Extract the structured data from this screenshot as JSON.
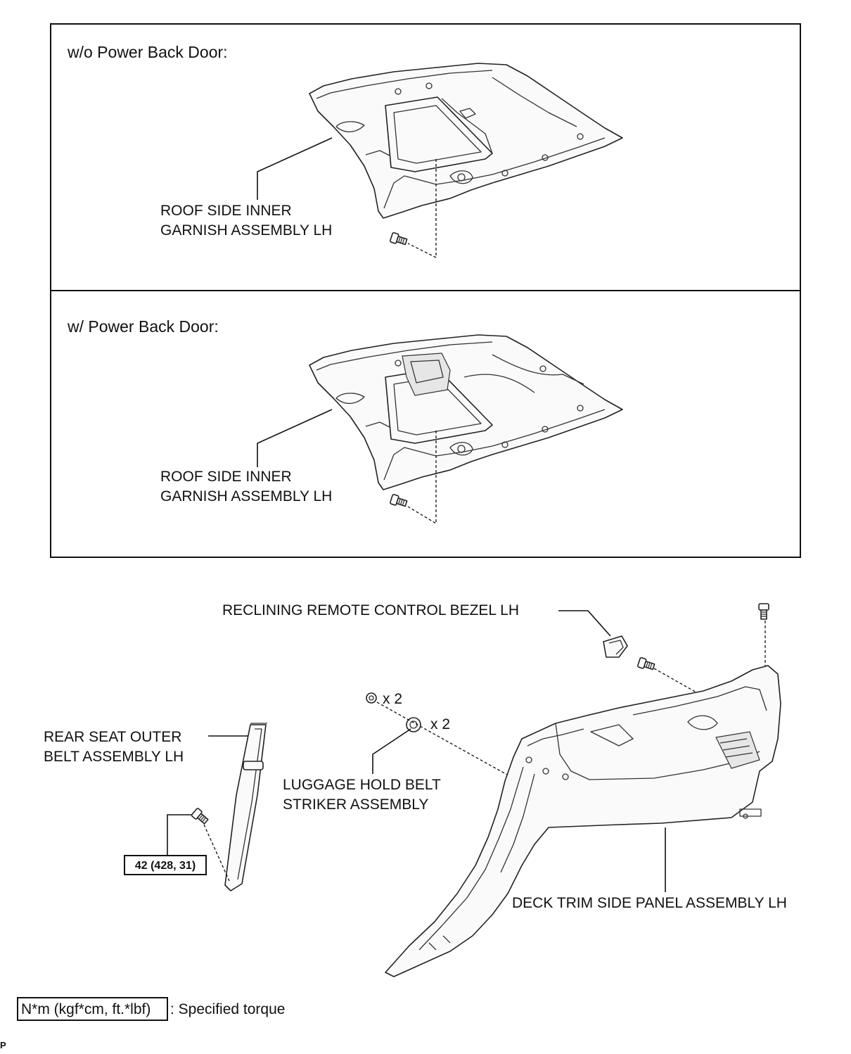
{
  "panels": [
    {
      "heading": "w/o Power Back Door:",
      "part_label": [
        "ROOF SIDE INNER",
        "GARNISH ASSEMBLY LH"
      ]
    },
    {
      "heading": "w/ Power Back Door:",
      "part_label": [
        "ROOF SIDE INNER",
        "GARNISH ASSEMBLY LH"
      ]
    }
  ],
  "lower": {
    "reclining_bezel": "RECLINING REMOTE CONTROL BEZEL LH",
    "qty_bolt": "x 2",
    "qty_striker": "x 2",
    "rear_seat_belt": [
      "REAR SEAT OUTER",
      "BELT ASSEMBLY LH"
    ],
    "luggage_striker": [
      "LUGGAGE HOLD BELT",
      "STRIKER ASSEMBLY"
    ],
    "torque": "42 (428, 31)",
    "deck_trim": "DECK TRIM SIDE PANEL ASSEMBLY LH"
  },
  "legend": {
    "unit_box": "N*m (kgf*cm, ft.*lbf)",
    "description": ": Specified torque"
  },
  "footer_mark": "P"
}
